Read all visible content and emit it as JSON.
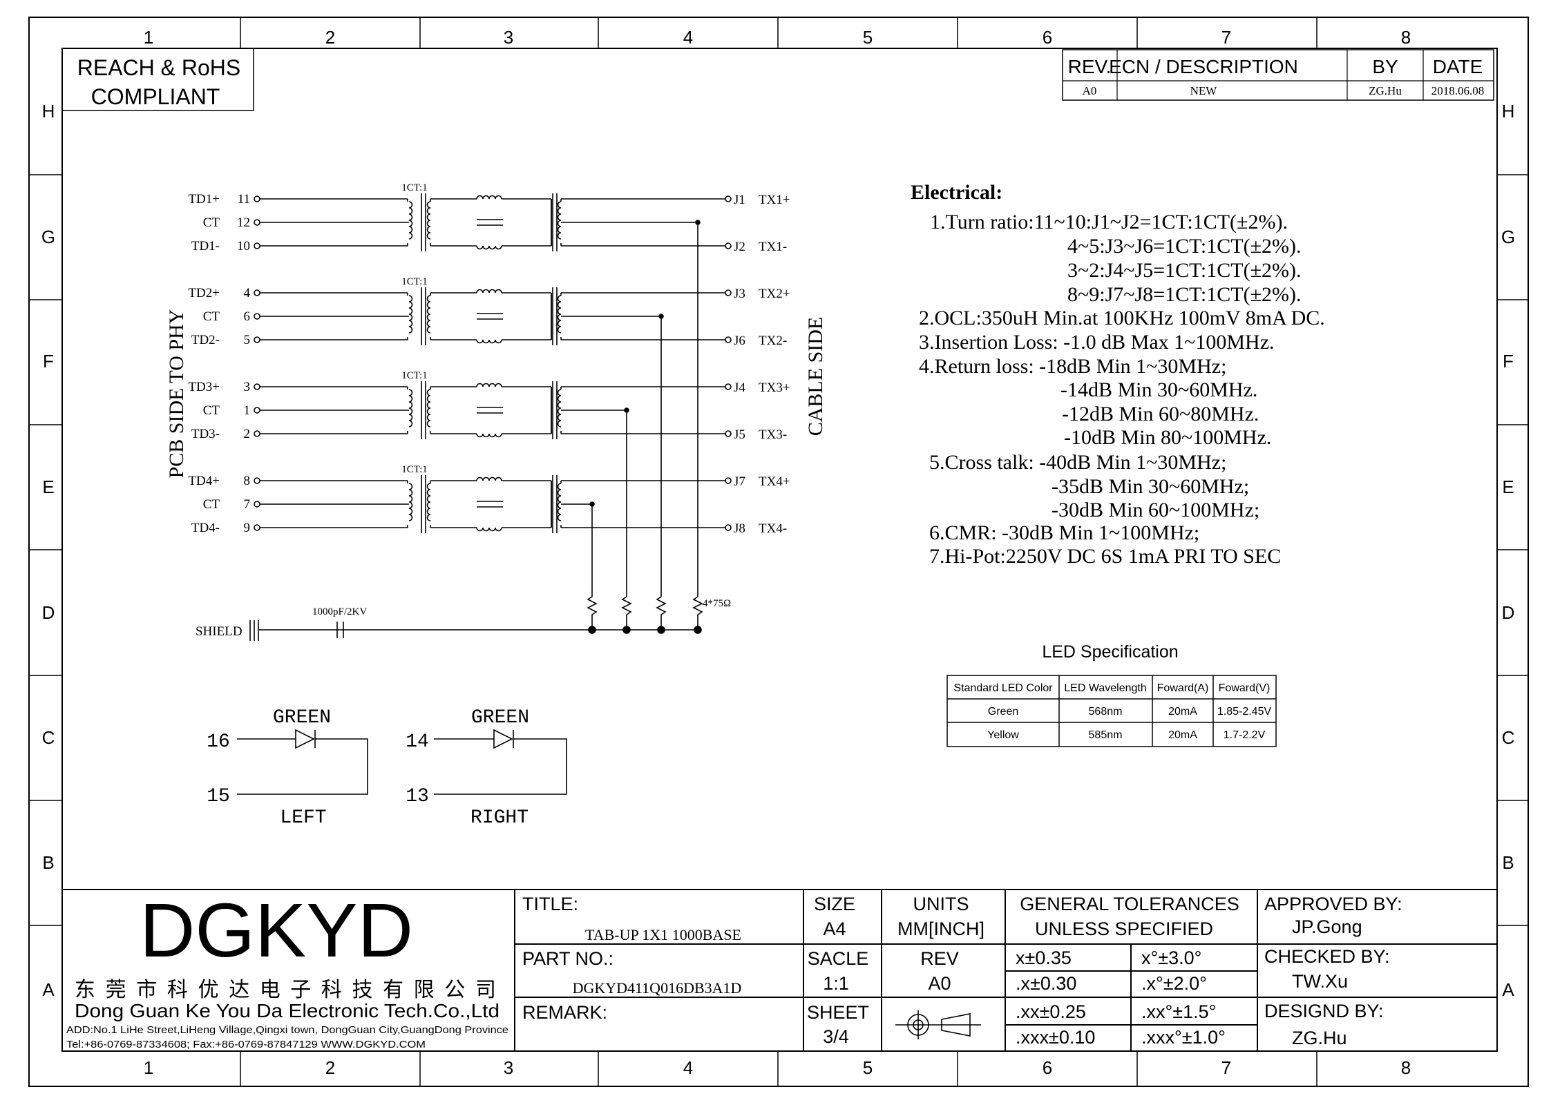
{
  "frame": {
    "cols": [
      "1",
      "2",
      "3",
      "4",
      "5",
      "6",
      "7",
      "8"
    ],
    "rows": [
      "H",
      "G",
      "F",
      "E",
      "D",
      "C",
      "B",
      "A"
    ]
  },
  "compliance": {
    "line1": "REACH & RoHS",
    "line2": "COMPLIANT"
  },
  "revision": {
    "headers": {
      "rev": "REV.",
      "ecn": "ECN / DESCRIPTION",
      "by": "BY",
      "date": "DATE"
    },
    "row": {
      "rev": "A0",
      "ecn": "NEW",
      "by": "ZG.Hu",
      "date": "2018.06.08"
    }
  },
  "schematic": {
    "pcb_side_label": "PCB SIDE TO PHY",
    "cable_side_label": "CABLE SIDE",
    "channels": [
      {
        "ratio": "1CT:1",
        "left": [
          {
            "name": "TD1+",
            "pin": "11"
          },
          {
            "name": "CT",
            "pin": "12"
          },
          {
            "name": "TD1-",
            "pin": "10"
          }
        ],
        "right": [
          {
            "pin": "J1",
            "name": "TX1+"
          },
          {
            "pin": "J2",
            "name": "TX1-"
          }
        ]
      },
      {
        "ratio": "1CT:1",
        "left": [
          {
            "name": "TD2+",
            "pin": "4"
          },
          {
            "name": "CT",
            "pin": "6"
          },
          {
            "name": "TD2-",
            "pin": "5"
          }
        ],
        "right": [
          {
            "pin": "J3",
            "name": "TX2+"
          },
          {
            "pin": "J6",
            "name": "TX2-"
          }
        ]
      },
      {
        "ratio": "1CT:1",
        "left": [
          {
            "name": "TD3+",
            "pin": "3"
          },
          {
            "name": "CT",
            "pin": "1"
          },
          {
            "name": "TD3-",
            "pin": "2"
          }
        ],
        "right": [
          {
            "pin": "J4",
            "name": "TX3+"
          },
          {
            "pin": "J5",
            "name": "TX3-"
          }
        ]
      },
      {
        "ratio": "1CT:1",
        "left": [
          {
            "name": "TD4+",
            "pin": "8"
          },
          {
            "name": "CT",
            "pin": "7"
          },
          {
            "name": "TD4-",
            "pin": "9"
          }
        ],
        "right": [
          {
            "pin": "J7",
            "name": "TX4+"
          },
          {
            "pin": "J8",
            "name": "TX4-"
          }
        ]
      }
    ],
    "resistor_label": "4*75Ω",
    "capacitor_label": "1000pF/2KV",
    "shield_label": "SHIELD"
  },
  "leds": [
    {
      "color": "GREEN",
      "pin_top": "16",
      "pin_bottom": "15",
      "side": "LEFT"
    },
    {
      "color": "GREEN",
      "pin_top": "14",
      "pin_bottom": "13",
      "side": "RIGHT"
    }
  ],
  "electrical": {
    "title": "Electrical:",
    "lines": [
      "1.Turn ratio:11~10:J1~J2=1CT:1CT(±2%).",
      "4~5:J3~J6=1CT:1CT(±2%).",
      "3~2:J4~J5=1CT:1CT(±2%).",
      "8~9:J7~J8=1CT:1CT(±2%).",
      "2.OCL:350uH Min.at 100KHz 100mV 8mA DC.",
      "3.Insertion Loss: -1.0 dB Max 1~100MHz.",
      "4.Return loss: -18dB Min 1~30MHz;",
      "-14dB Min 30~60MHz.",
      "-12dB Min 60~80MHz.",
      "-10dB Min 80~100MHz.",
      "5.Cross talk: -40dB Min 1~30MHz;",
      "-35dB Min 30~60MHz;",
      "-30dB Min 60~100MHz;",
      "6.CMR: -30dB Min 1~100MHz;",
      "7.Hi-Pot:2250V DC 6S 1mA PRI TO SEC"
    ]
  },
  "led_spec": {
    "title": "LED Specification",
    "headers": [
      "Standard LED Color",
      "LED Wavelength",
      "Foward(A)",
      "Foward(V)"
    ],
    "rows": [
      [
        "Green",
        "568nm",
        "20mA",
        "1.85-2.45V"
      ],
      [
        "Yellow",
        "585nm",
        "20mA",
        "1.7-2.2V"
      ]
    ]
  },
  "title_block": {
    "logo": "DGKYD",
    "company_cn": "东 莞 市 科 优 达 电 子 科 技 有 限 公 司",
    "company_en": "Dong Guan Ke You Da Electronic Tech.Co.,Ltd",
    "address": "ADD:No.1 LiHe Street,LiHeng Village,Qingxi town, DongGuan City,GuangDong Province",
    "contact": "Tel:+86-0769-87334608; Fax:+86-0769-87847129  WWW.DGKYD.COM",
    "title_label": "TITLE:",
    "title_value": "TAB-UP 1X1 1000BASE",
    "part_label": "PART NO.:",
    "part_value": "DGKYD411Q016DB3A1D",
    "remark_label": "REMARK:",
    "size_label": "SIZE",
    "size_value": "A4",
    "units_label": "UNITS",
    "units_value": "MM[INCH]",
    "scale_label": "SACLE",
    "scale_value": "1:1",
    "rev_label": "REV",
    "rev_value": "A0",
    "sheet_label": "SHEET",
    "sheet_value": "3/4",
    "tol_title1": "GENERAL TOLERANCES",
    "tol_title2": "UNLESS SPECIFIED",
    "tolerances": [
      [
        " x±0.35",
        " x°±3.0°"
      ],
      [
        ".x±0.30",
        ".x°±2.0°"
      ],
      [
        ".xx±0.25",
        ".xx°±1.5°"
      ],
      [
        ".xxx±0.10",
        ".xxx°±1.0°"
      ]
    ],
    "approved_label": "APPROVED BY:",
    "approved_value": "JP.Gong",
    "checked_label": "CHECKED BY:",
    "checked_value": "TW.Xu",
    "designed_label": "DESIGND BY:",
    "designed_value": "ZG.Hu"
  }
}
